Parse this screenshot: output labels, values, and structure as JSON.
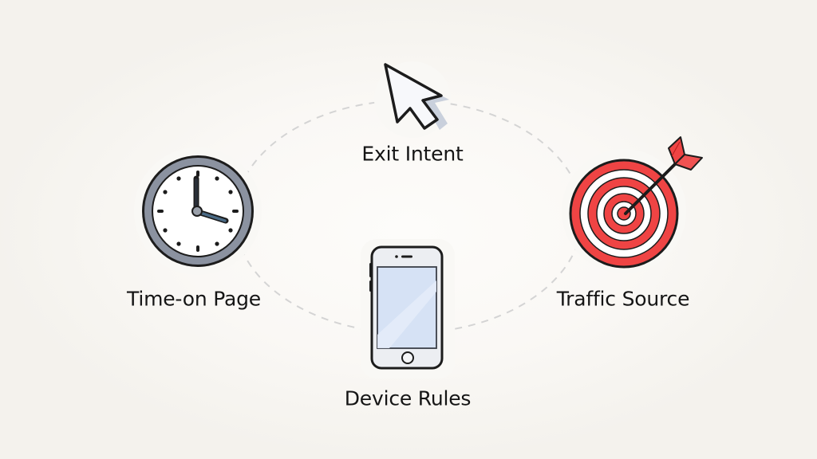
{
  "diagram": {
    "type": "cycle",
    "connector_style": "dashed-ellipse",
    "nodes": [
      {
        "id": "exit-intent",
        "label": "Exit Intent",
        "icon": "cursor-arrow-icon"
      },
      {
        "id": "traffic-source",
        "label": "Traffic Source",
        "icon": "target-dart-icon"
      },
      {
        "id": "device-rules",
        "label": "Device Rules",
        "icon": "smartphone-icon"
      },
      {
        "id": "time-on-page",
        "label": "Time-on Page",
        "icon": "clock-icon"
      }
    ]
  },
  "colors": {
    "background": "#f7f5f1",
    "connector": "#d4d4d4",
    "outline": "#1c1c1c",
    "target_red": "#ef4444",
    "clock_rim": "#8b92a0",
    "clock_hand": "#4a6a85",
    "phone_screen": "#d6e2f5",
    "cursor_fill": "#f7f8fb"
  }
}
